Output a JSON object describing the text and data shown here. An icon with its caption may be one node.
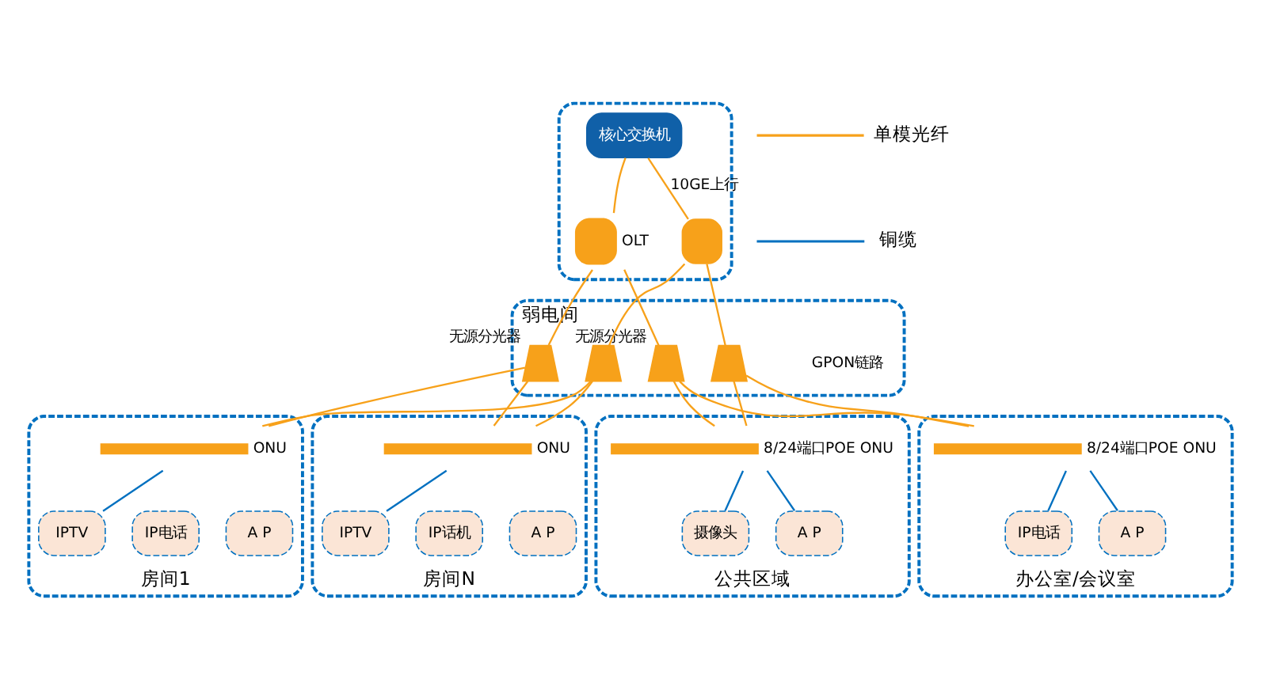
{
  "diagram": {
    "nodes": [
      {
        "text": [],
        "shape": "box"
      },
      {
        "text": [
          "核心交换机"
        ],
        "in": 0
      },
      {
        "text": [],
        "shape": "box",
        "in": 0,
        "beside": [
          "OLT"
        ]
      },
      {
        "text": [],
        "shape": "box",
        "in": 0
      },
      {
        "text": [
          "弱电间"
        ]
      },
      {
        "text": [],
        "shape": "trapezium",
        "in": 4,
        "beside": [
          "无源分光器"
        ]
      },
      {
        "text": [],
        "shape": "trapezium",
        "in": 4
      },
      {
        "text": [],
        "shape": "trapezium",
        "in": 4,
        "beside": [
          "无源分光器"
        ]
      },
      {
        "text": [],
        "shape": "trapezium",
        "in": 4
      },
      {
        "text": [
          "房间1"
        ]
      },
      {
        "text": [],
        "shape": "bar",
        "in": 9,
        "beside": [
          "ONU"
        ]
      },
      {
        "text": [
          "IPTV"
        ],
        "in": 9
      },
      {
        "text": [
          "IP电话"
        ],
        "in": 9
      },
      {
        "text": [
          "A P"
        ],
        "in": 9
      },
      {
        "text": [
          "房间N"
        ]
      },
      {
        "text": [],
        "shape": "bar",
        "in": 14,
        "beside": [
          "ONU"
        ]
      },
      {
        "text": [
          "IPTV"
        ],
        "in": 14
      },
      {
        "text": [
          "IP话机"
        ],
        "in": 14
      },
      {
        "text": [
          "A P"
        ],
        "in": 14
      },
      {
        "text": [
          "公共区域"
        ]
      },
      {
        "text": [],
        "shape": "bar",
        "in": 19,
        "beside": [
          "8/24端口POE ONU"
        ]
      },
      {
        "text": [
          "摄像头"
        ],
        "in": 19
      },
      {
        "text": [
          "A P"
        ],
        "in": 19
      },
      {
        "text": [
          "办公室/会议室"
        ]
      },
      {
        "text": [],
        "shape": "bar",
        "in": 23,
        "beside": [
          "8/24端口POE ONU"
        ]
      },
      {
        "text": [
          "IP电话"
        ],
        "in": 23
      },
      {
        "text": [
          "A P"
        ],
        "in": 23
      }
    ],
    "edges": [
      {
        "from": 1,
        "to": 2,
        "arrow": "none"
      },
      {
        "from": 1,
        "to": 3,
        "arrow": "none",
        "label": "10GE上行"
      },
      {
        "from": 2,
        "to": 5,
        "arrow": "none"
      },
      {
        "from": 2,
        "to": 7,
        "arrow": "none"
      },
      {
        "from": 3,
        "to": 6,
        "arrow": "none"
      },
      {
        "from": 3,
        "to": 8,
        "arrow": "none"
      },
      {
        "from": 5,
        "to": 10,
        "arrow": "none"
      },
      {
        "from": 5,
        "to": 15,
        "arrow": "none"
      },
      {
        "from": 6,
        "to": 10,
        "arrow": "none"
      },
      {
        "from": 6,
        "to": 15,
        "arrow": "none"
      },
      {
        "from": 7,
        "to": 20,
        "arrow": "none"
      },
      {
        "from": 7,
        "to": 24,
        "arrow": "none"
      },
      {
        "from": 8,
        "to": 20,
        "arrow": "none"
      },
      {
        "from": 8,
        "to": 24,
        "arrow": "none"
      },
      {
        "from": 10,
        "to": 11,
        "arrow": "none",
        "color": "#0070c0"
      },
      {
        "from": 15,
        "to": 16,
        "arrow": "none",
        "color": "#0070c0"
      },
      {
        "from": 20,
        "to": 21,
        "arrow": "none",
        "color": "#0070c0"
      },
      {
        "from": 20,
        "to": 22,
        "arrow": "none",
        "color": "#0070c0"
      },
      {
        "from": 24,
        "to": 25,
        "arrow": "none",
        "color": "#0070c0"
      },
      {
        "from": 24,
        "to": 26,
        "arrow": "none",
        "color": "#0070c0"
      }
    ],
    "labels": [
      "GPON链路"
    ],
    "legend": [
      {
        "text": "单模光纤"
      },
      {
        "text": "铜缆"
      }
    ]
  }
}
